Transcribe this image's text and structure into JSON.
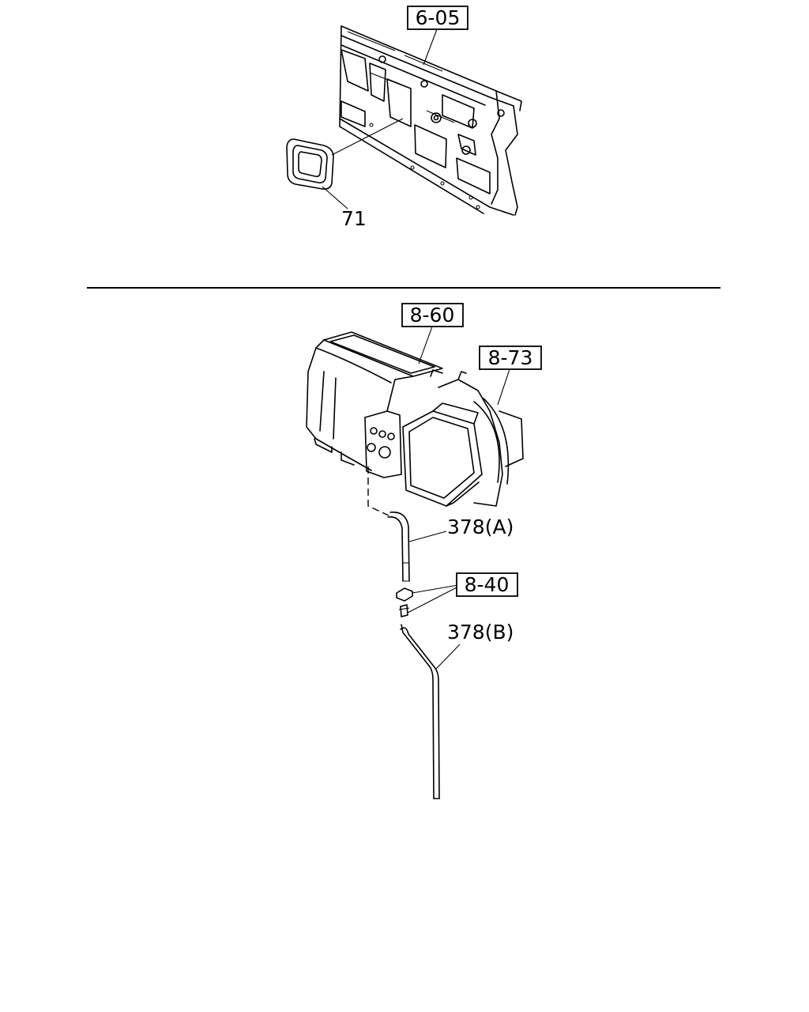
{
  "top_section": {
    "ref_label": "6-05",
    "part_label": "71"
  },
  "bottom_section": {
    "ref_labels": {
      "heater_unit": "8-60",
      "blower_housing": "8-73",
      "clip_fasteners": "8-40"
    },
    "part_labels": {
      "hose_a": "378(A)",
      "hose_b": "378(B)"
    }
  }
}
